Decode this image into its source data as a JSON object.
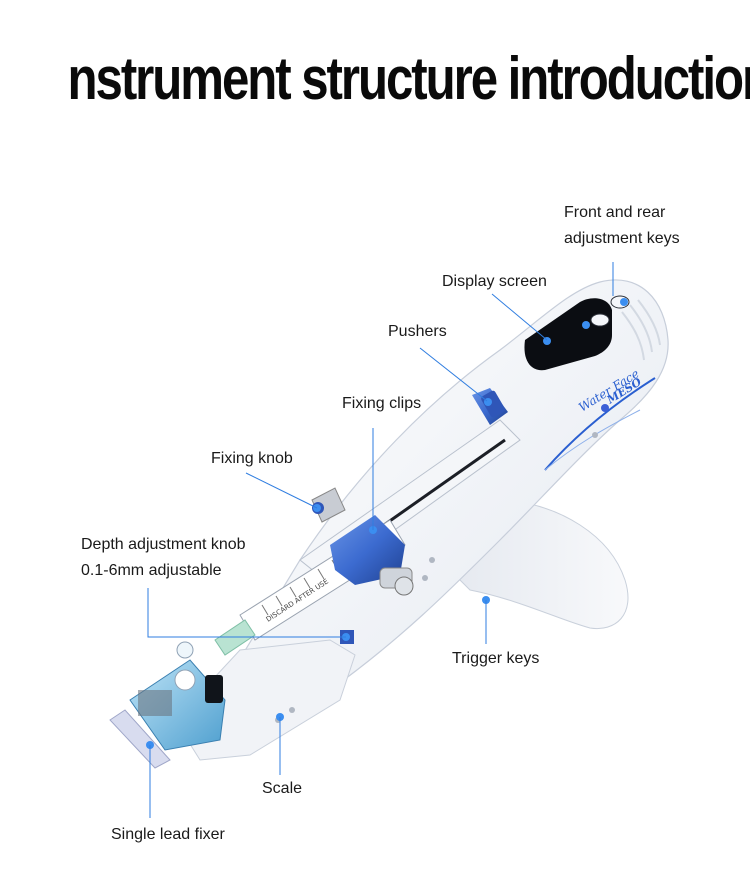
{
  "title": "nstrument structure introduction",
  "labels": {
    "front_rear_line1": "Front and rear",
    "front_rear_line2": "adjustment keys",
    "display_screen": "Display screen",
    "pushers": "Pushers",
    "fixing_clips": "Fixing clips",
    "fixing_knob": "Fixing knob",
    "depth_line1": "Depth adjustment knob",
    "depth_line2": "0.1-6mm adjustable",
    "trigger_keys": "Trigger keys",
    "scale": "Scale",
    "single_lead_fixer": "Single lead fixer"
  },
  "device": {
    "brand_line1": "Water Face",
    "brand_line2": "MESO",
    "syringe_text": "DISCARD AFTER USE"
  },
  "colors": {
    "leader_line": "#2f7de0",
    "marker": "#3b8ef0",
    "body": "#eef1f6",
    "accent_blue": "#2a5fd0"
  }
}
